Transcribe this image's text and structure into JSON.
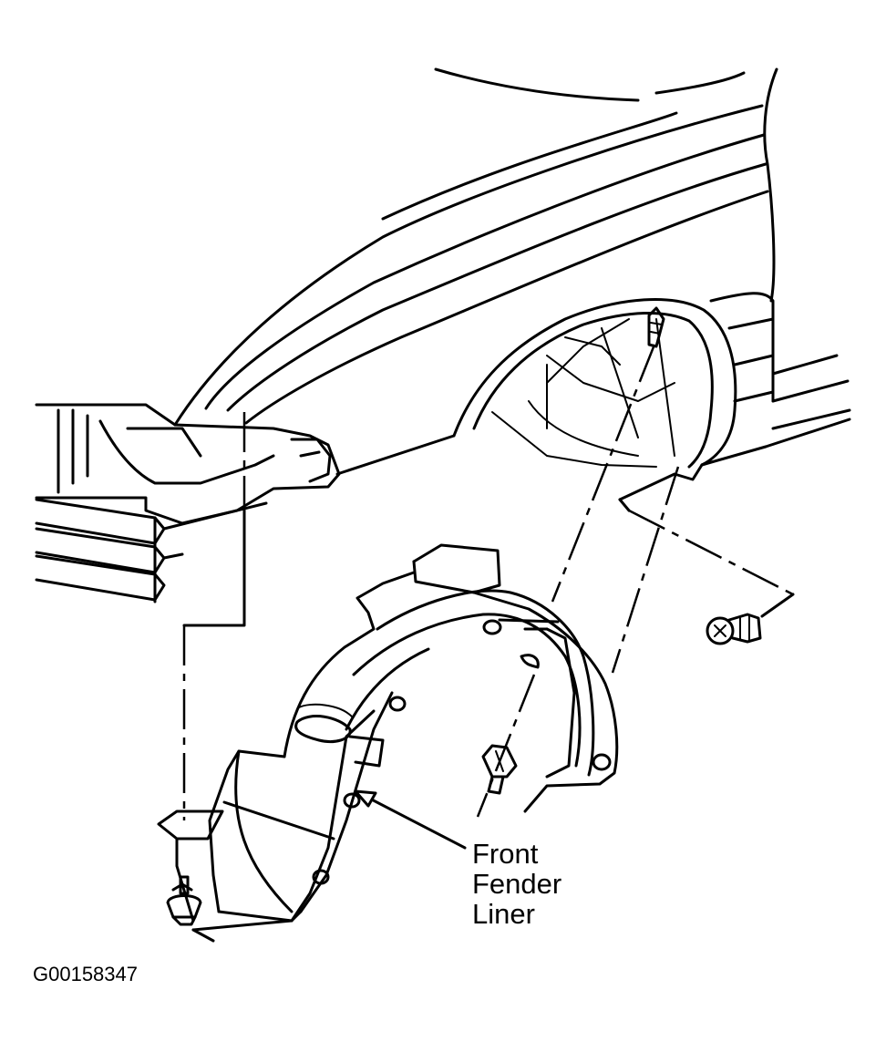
{
  "callout": {
    "line1": "Front",
    "line2": "Fender",
    "line3": "Liner"
  },
  "figure_id": "G00158347",
  "colors": {
    "ink": "#000000",
    "paper": "#ffffff"
  }
}
